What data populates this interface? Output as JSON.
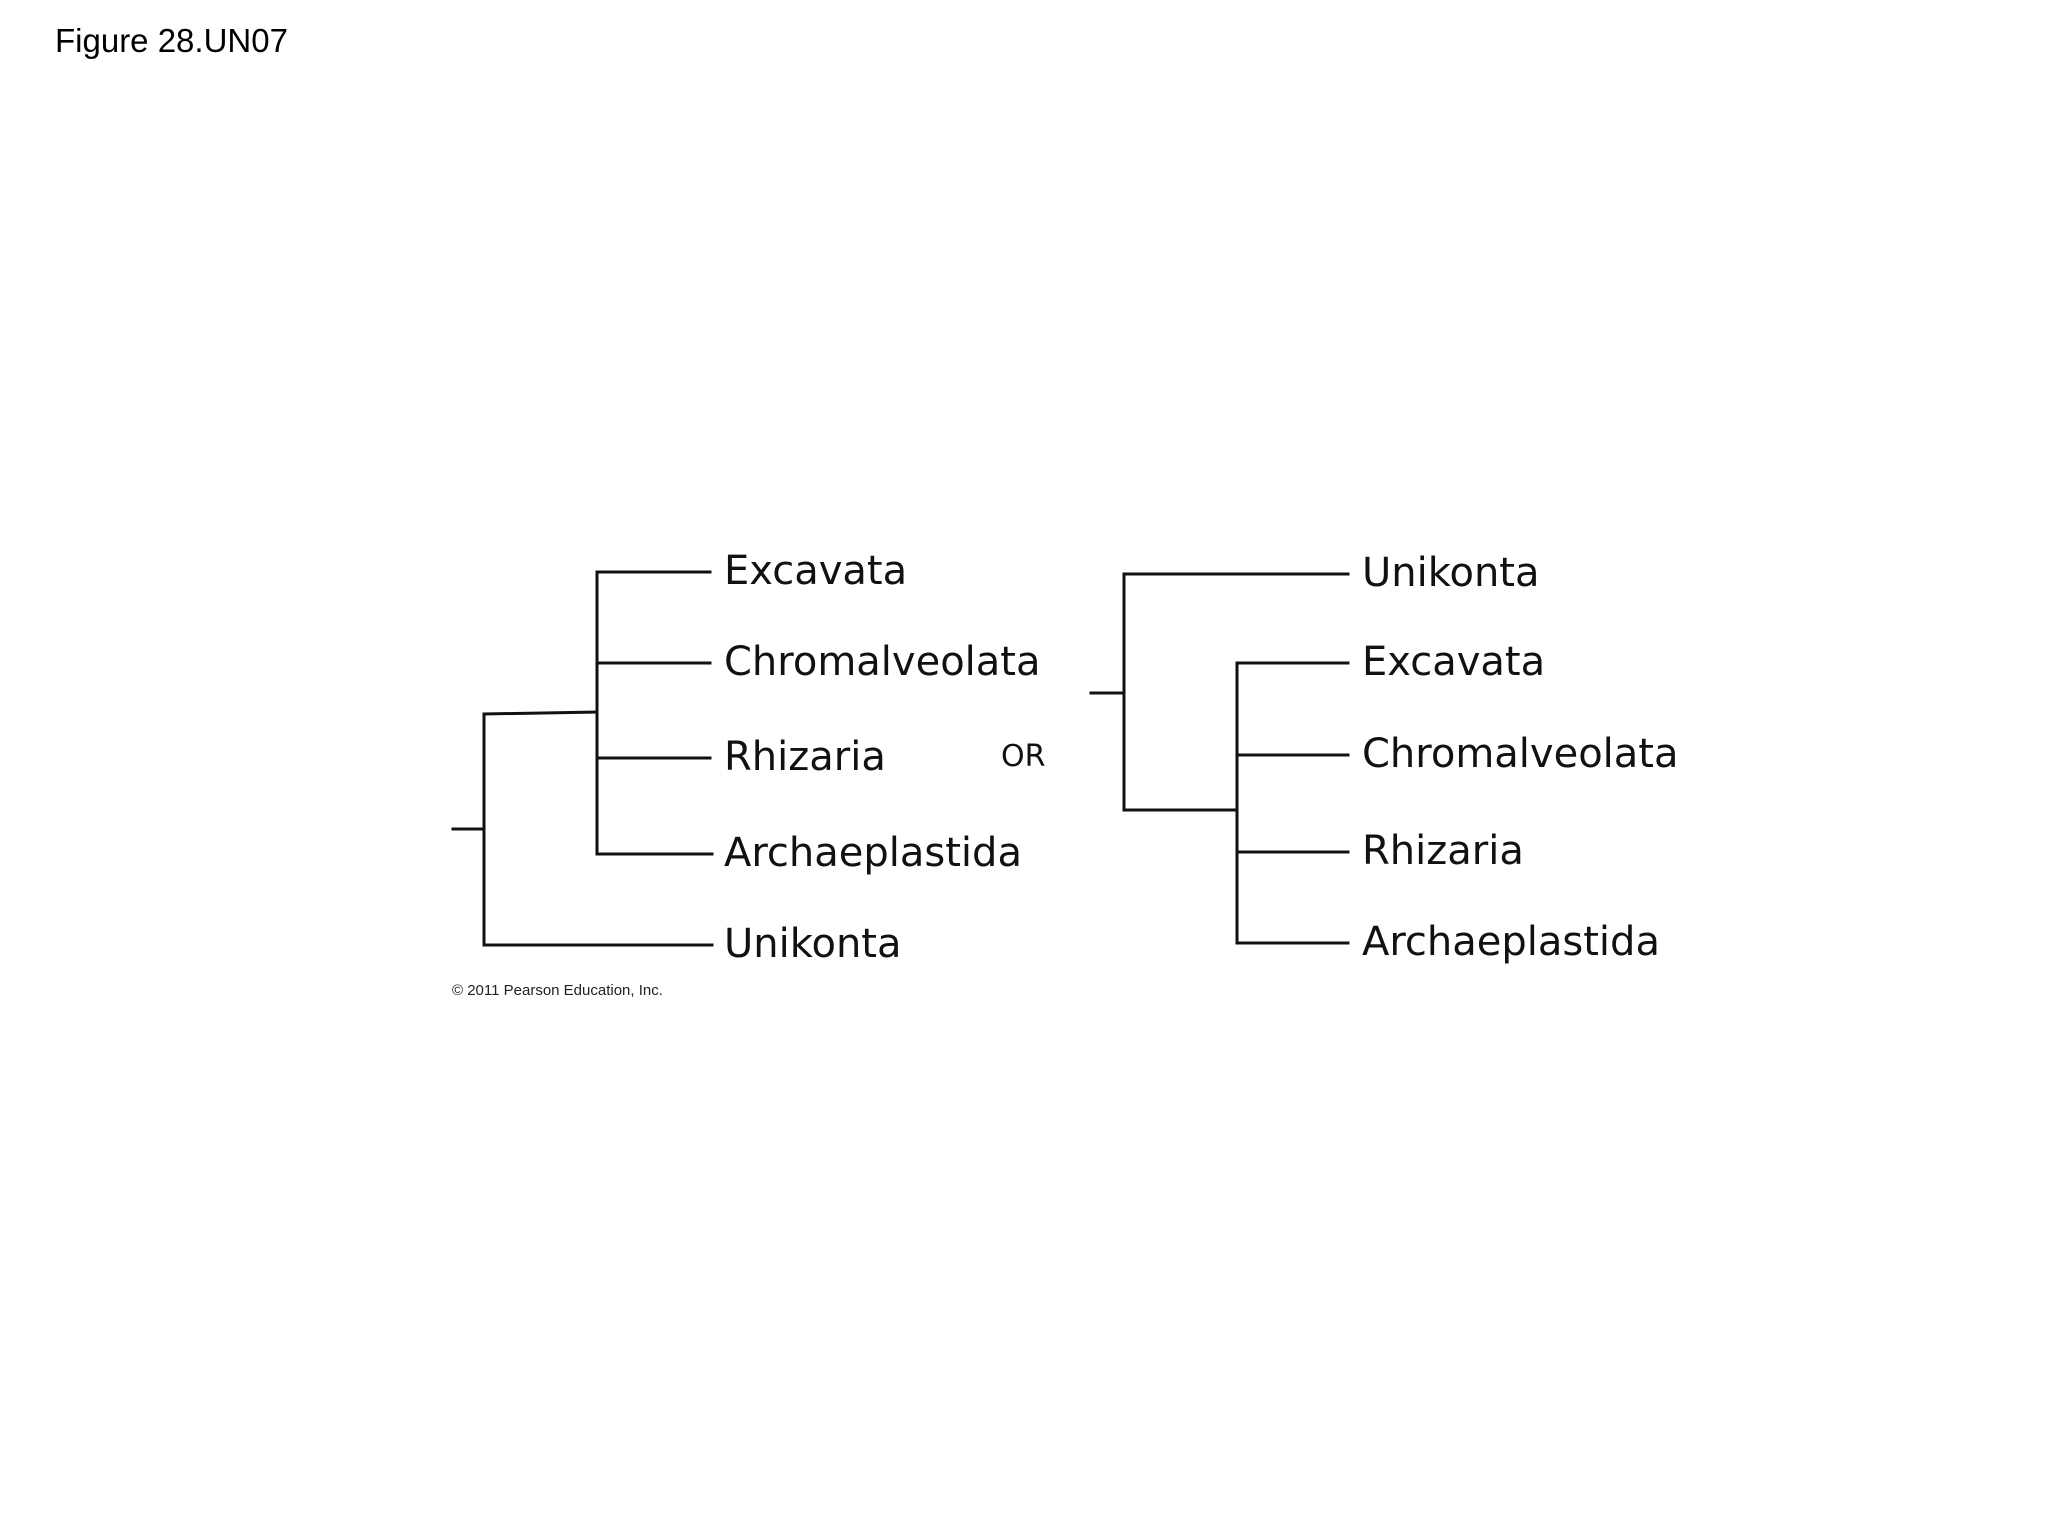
{
  "figure": {
    "title": "Figure 28.UN07",
    "connector": "OR",
    "copyright": "© 2011 Pearson Education, Inc."
  },
  "trees": [
    {
      "id": "left",
      "taxa": [
        "Excavata",
        "Chromalveolata",
        "Rhizaria",
        "Archaeplastida",
        "Unikonta"
      ]
    },
    {
      "id": "right",
      "taxa": [
        "Unikonta",
        "Excavata",
        "Chromalveolata",
        "Rhizaria",
        "Archaeplastida"
      ]
    }
  ]
}
